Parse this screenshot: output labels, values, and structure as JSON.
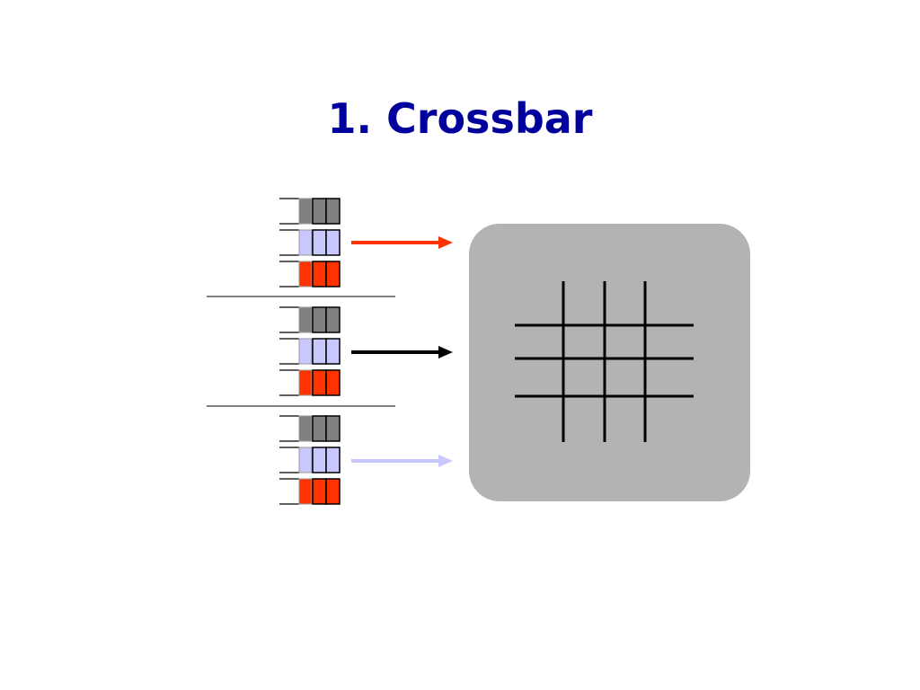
{
  "slide": {
    "title": "1. Crossbar"
  },
  "diagram": {
    "input_port_count": 3,
    "queues_per_port": 3,
    "crossbar_rows": 3,
    "crossbar_cols": 3
  },
  "colors": {
    "title": "#00009c",
    "queue_gray": "#808080",
    "queue_lavender": "#c8c8ff",
    "queue_red": "#ff3300",
    "queue_outline": "#000000",
    "arrow_port_1": "#ff3300",
    "arrow_port_2": "#000000",
    "arrow_port_3": "#c8c8ff",
    "switch_fabric": "#b3b3b3",
    "crossbar_lines": "#000000",
    "divider": "#000000"
  },
  "icons": {
    "queue": "voq-buffer-icon",
    "arrow": "right-arrow-icon",
    "fabric": "crossbar-switch-icon"
  }
}
